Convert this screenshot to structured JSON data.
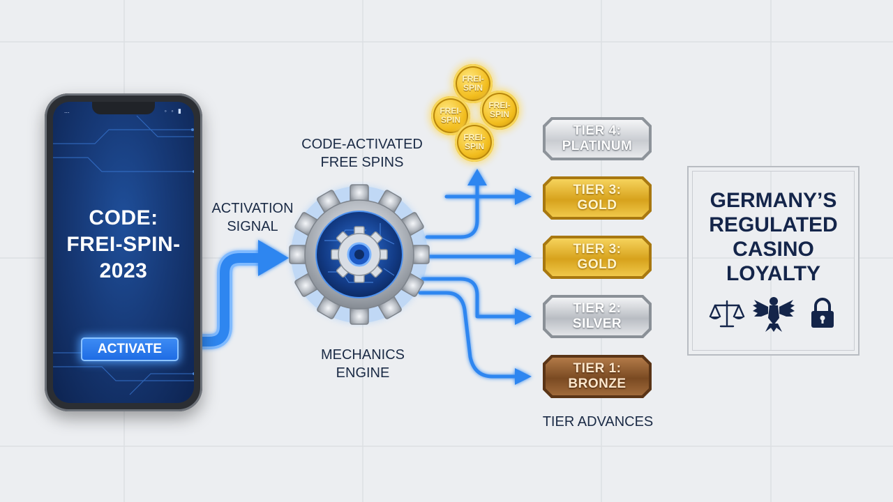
{
  "phone": {
    "status_time": "...",
    "status_icons": "◦ ◦ ▮",
    "code_line1": "CODE:",
    "code_line2": "FREI-SPIN-",
    "code_line3": "2023",
    "activate_label": "ACTIVATE"
  },
  "labels": {
    "activation_signal_1": "ACTIVATION",
    "activation_signal_2": "SIGNAL",
    "free_spins_1": "CODE-ACTIVATED",
    "free_spins_2": "FREE SPINS",
    "engine_1": "MECHANICS",
    "engine_2": "ENGINE",
    "tier_advances": "TIER ADVANCES"
  },
  "coins": [
    {
      "line1": "FREI-",
      "line2": "SPIN"
    },
    {
      "line1": "FREI-",
      "line2": "SPIN"
    },
    {
      "line1": "FREI-",
      "line2": "SPIN"
    },
    {
      "line1": "FREI-",
      "line2": "SPIN"
    }
  ],
  "tiers": [
    {
      "line1": "TIER 4:",
      "line2": "PLATINUM",
      "level": "platinum"
    },
    {
      "line1": "TIER 3:",
      "line2": "GOLD",
      "level": "gold"
    },
    {
      "line1": "TIER 3:",
      "line2": "GOLD",
      "level": "gold"
    },
    {
      "line1": "TIER 2:",
      "line2": "SILVER",
      "level": "silver"
    },
    {
      "line1": "TIER 1:",
      "line2": "BRONZE",
      "level": "bronze"
    }
  ],
  "legal": {
    "title_1": "GERMANY’S",
    "title_2": "REGULATED",
    "title_3": "CASINO",
    "title_4": "LOYALTY",
    "icons": [
      "scales-icon",
      "eagle-icon",
      "lock-icon"
    ]
  },
  "colors": {
    "background": "#eceef1",
    "flow_blue": "#2f86f0",
    "navy_text": "#14254a",
    "gold": "#d7a21c",
    "bronze": "#7a4a22"
  }
}
